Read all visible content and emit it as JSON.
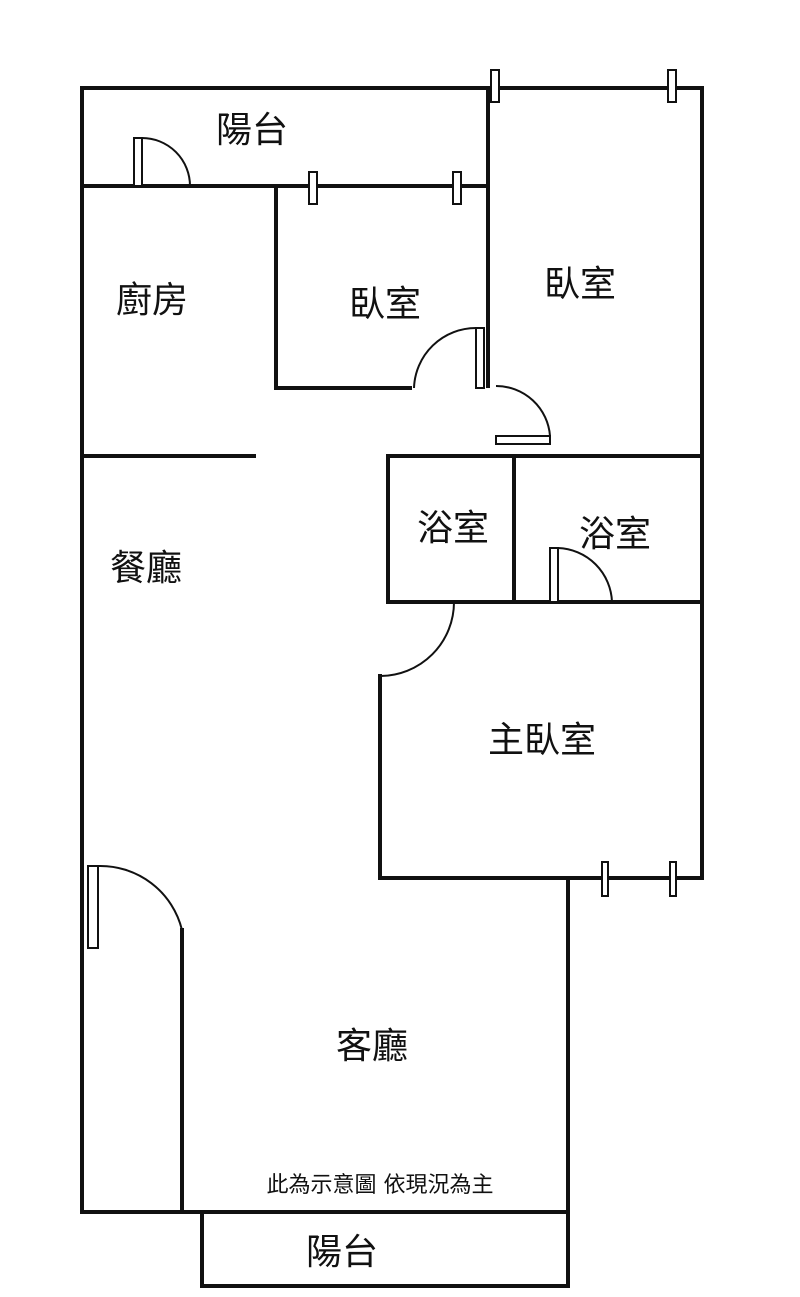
{
  "rooms": {
    "balcony_top": "陽台",
    "kitchen": "廚房",
    "bedroom_small": "臥室",
    "bedroom_right": "臥室",
    "dining": "餐廳",
    "bathroom_1": "浴室",
    "bathroom_2": "浴室",
    "master_bedroom": "主臥室",
    "living_room": "客廳",
    "balcony_bottom": "陽台"
  },
  "note": "此為示意圖 依現況為主"
}
